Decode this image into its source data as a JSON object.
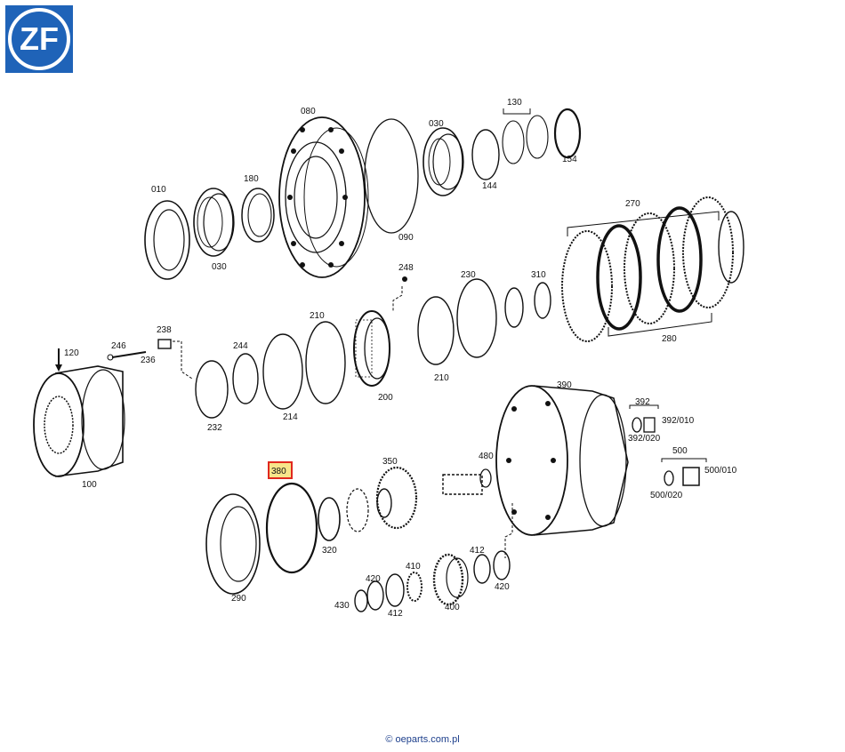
{
  "brand": {
    "logo_text": "ZF",
    "logo_color": "#1f63b8"
  },
  "highlight": {
    "label": "380",
    "border_color": "#e0281e",
    "fill_color": "#f7e58a"
  },
  "labels": {
    "p010": "010",
    "p030a": "030",
    "p080": "080",
    "p180": "180",
    "p030b": "030",
    "p090": "090",
    "p130": "130",
    "p144": "144",
    "p154": "154",
    "p270": "270",
    "p280": "280",
    "p248": "248",
    "p230": "230",
    "p310": "310",
    "p210a": "210",
    "p210b": "210",
    "p200": "200",
    "p214": "214",
    "p244": "244",
    "p232": "232",
    "p238": "238",
    "p236": "236",
    "p246": "246",
    "p120": "120",
    "p100": "100",
    "p390": "390",
    "p392": "392",
    "p392_010": "392/010",
    "p392_020": "392/020",
    "p500": "500",
    "p500_010": "500/010",
    "p500_020": "500/020",
    "p380": "380",
    "p350": "350",
    "p480": "480",
    "p320": "320",
    "p290": "290",
    "p410": "410",
    "p420a": "420",
    "p420b": "420",
    "p412a": "412",
    "p412b": "412",
    "p430": "430",
    "p400": "400"
  },
  "footer": {
    "copyright": "© oeparts.com.pl"
  }
}
